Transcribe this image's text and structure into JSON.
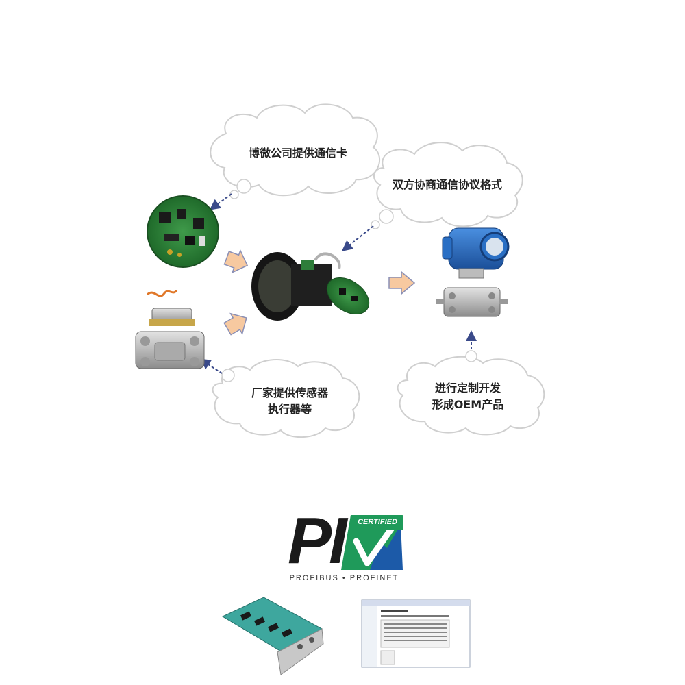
{
  "clouds": {
    "c1": "博微公司提供通信卡",
    "c2": "双方协商通信协议格式",
    "c3_line1": "厂家提供传感器",
    "c3_line2": "执行器等",
    "c4_line1": "进行定制开发",
    "c4_line2": "形成OEM产品"
  },
  "logo": {
    "mark": "PI",
    "badge": "CERTIFIED",
    "tagline": "PROFIBUS • PROFINET"
  },
  "colors": {
    "arrow_fill": "#f7c9a0",
    "arrow_stroke": "#8a8fb5",
    "dash_arrow": "#3a4a8a",
    "pcb_green": "#2e7d3a",
    "transmitter_blue": "#2a6fc4",
    "logo_green": "#1f9a5a",
    "logo_blue": "#1c5aa8"
  },
  "icons": [
    "pcb-board-icon",
    "pressure-sensor-icon",
    "assembly-module-icon",
    "transmitter-icon",
    "pci-card-icon",
    "software-window-icon",
    "checkmark-icon"
  ]
}
